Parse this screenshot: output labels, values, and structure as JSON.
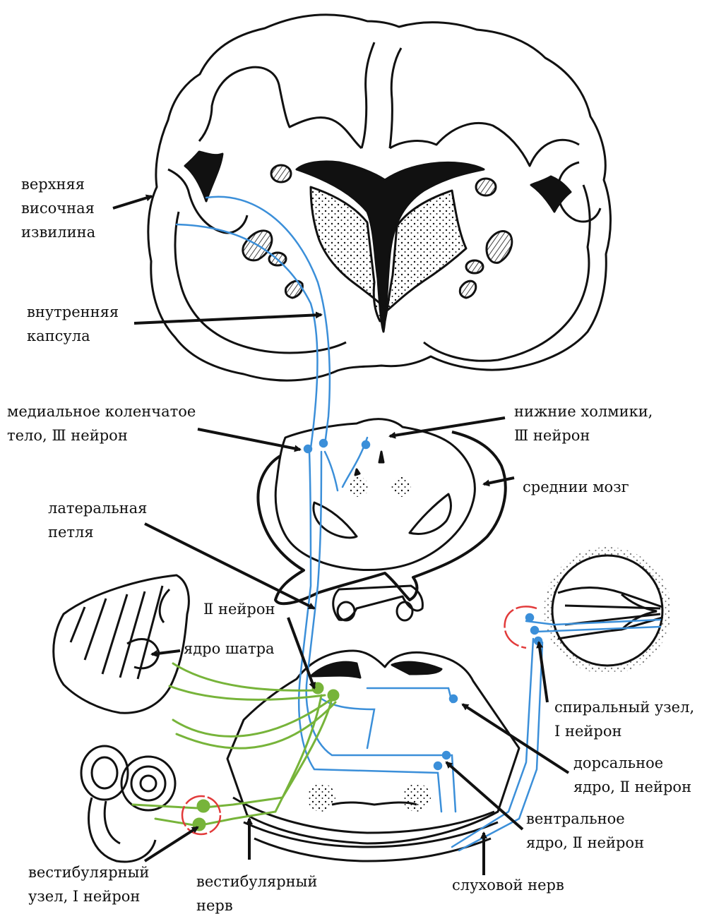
{
  "labels": {
    "superior_temporal_gyrus": [
      "верхняя",
      "височная",
      "извилина"
    ],
    "internal_capsule": [
      "внутренняя",
      "капсула"
    ],
    "medial_geniculate": [
      "медиальное коленчатое",
      "тело, Ⅲ нейрон"
    ],
    "inferior_colliculi": [
      "нижние холмики,",
      "Ⅲ нейрон"
    ],
    "midbrain": [
      "среднии мозг"
    ],
    "lateral_lemniscus": [
      "латеральная",
      "петля"
    ],
    "second_neuron": [
      "Ⅱ нейрон"
    ],
    "fastigial_nucleus": [
      "ядро шатра"
    ],
    "spiral_ganglion": [
      "спиральный узел,",
      "Ⅰ нейрон"
    ],
    "dorsal_nucleus": [
      "дорсальное",
      "ядро, Ⅱ нейрон"
    ],
    "ventral_nucleus": [
      "вентральное",
      "ядро, Ⅱ нейрон"
    ],
    "vestibular_ganglion": [
      "вестибулярный",
      "узел, Ⅰ нейрон"
    ],
    "vestibular_nerve": [
      "вестибулярный",
      "нерв"
    ],
    "auditory_nerve": [
      "слуховой нерв"
    ]
  },
  "colors": {
    "auditory_pathway": "#3b8fd9",
    "vestibular_pathway": "#77b43a",
    "ganglion_circle": "#e23a3a",
    "outline": "#111111"
  }
}
